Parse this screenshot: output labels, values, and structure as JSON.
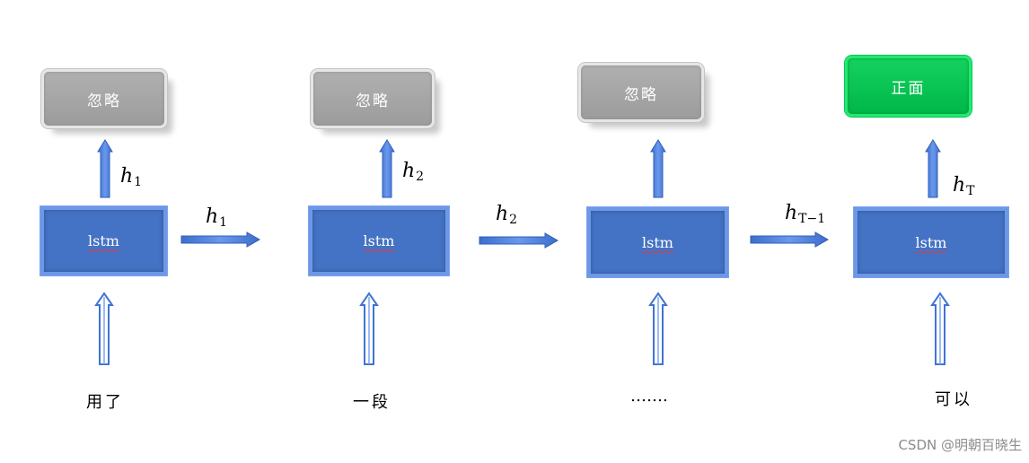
{
  "outputs": [
    {
      "label": "忽略",
      "style": "gray"
    },
    {
      "label": "忽略",
      "style": "gray"
    },
    {
      "label": "忽略",
      "style": "gray"
    },
    {
      "label": "正面",
      "style": "green"
    }
  ],
  "cells": [
    {
      "label": "lstm"
    },
    {
      "label": "lstm"
    },
    {
      "label": "lstm"
    },
    {
      "label": "lstm"
    }
  ],
  "inputs": [
    "用了",
    "一段",
    "…….",
    "可以"
  ],
  "vertical_labels": [
    {
      "base": "h",
      "sub": "1"
    },
    {
      "base": "h",
      "sub": "2"
    },
    {
      "base": "h",
      "sub": "T"
    }
  ],
  "horizontal_labels": [
    {
      "base": "h",
      "sub": "1"
    },
    {
      "base": "h",
      "sub": "2"
    },
    {
      "base": "h",
      "sub": "T−1"
    }
  ],
  "watermark": "CSDN @明朝百晓生",
  "colors": {
    "lstm_fill": "#4472c4",
    "arrow_fill": "#4a7bd6",
    "output_gray": "#a6a6a6",
    "output_green": "#00c04f"
  }
}
